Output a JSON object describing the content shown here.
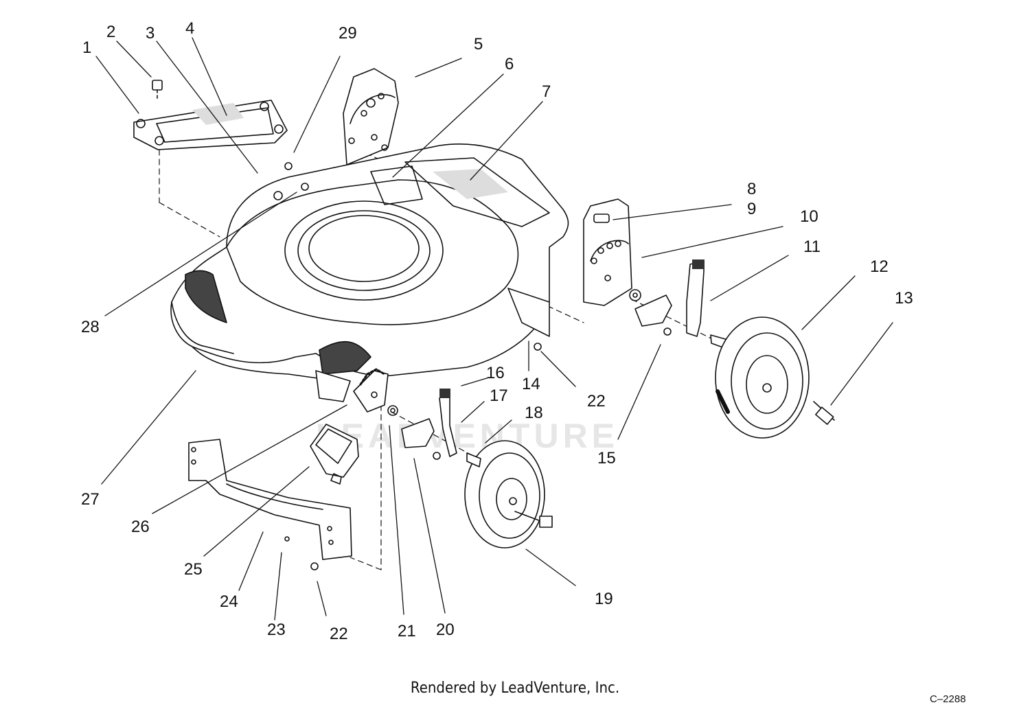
{
  "diagram": {
    "callouts": [
      "1",
      "2",
      "3",
      "4",
      "29",
      "5",
      "6",
      "7",
      "8",
      "9",
      "10",
      "11",
      "12",
      "13",
      "28",
      "16",
      "14",
      "22",
      "17",
      "18",
      "15",
      "27",
      "26",
      "25",
      "24",
      "23",
      "22",
      "21",
      "20",
      "19"
    ],
    "watermark": "LEADVENTURE",
    "footer": "Rendered by LeadVenture, Inc.",
    "drawing_number": "C–2288"
  }
}
